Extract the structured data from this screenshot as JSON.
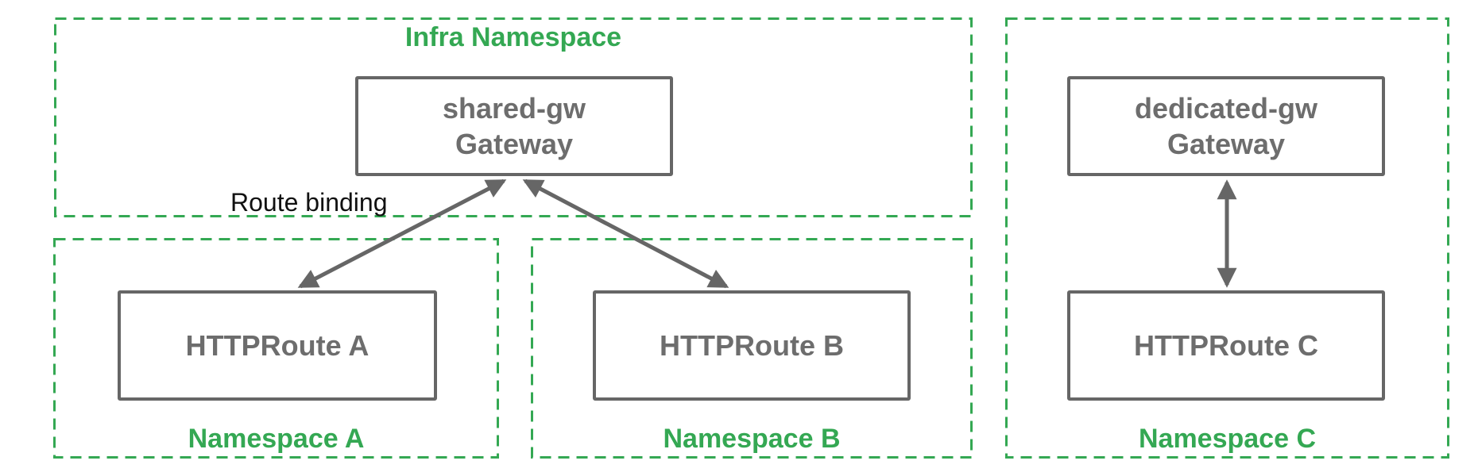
{
  "colors": {
    "green": "#34a853",
    "gray": "#666666",
    "box_text": "#6d6d6d",
    "annotation_text": "#111111"
  },
  "namespaces": {
    "infra": {
      "label": "Infra Namespace"
    },
    "a": {
      "label": "Namespace A"
    },
    "b": {
      "label": "Namespace B"
    },
    "c": {
      "label": "Namespace C"
    }
  },
  "nodes": {
    "shared_gw": {
      "line1": "shared-gw",
      "line2": "Gateway"
    },
    "dedicated_gw": {
      "line1": "dedicated-gw",
      "line2": "Gateway"
    },
    "route_a": {
      "label": "HTTPRoute A"
    },
    "route_b": {
      "label": "HTTPRoute B"
    },
    "route_c": {
      "label": "HTTPRoute C"
    }
  },
  "annotations": {
    "route_binding": "Route binding"
  },
  "edges": [
    {
      "from": "HTTPRoute A",
      "to": "shared-gw Gateway",
      "label": "Route binding",
      "arrowheads": "both"
    },
    {
      "from": "HTTPRoute B",
      "to": "shared-gw Gateway",
      "label": "Route binding",
      "arrowheads": "both"
    },
    {
      "from": "HTTPRoute C",
      "to": "dedicated-gw Gateway",
      "label": "Route binding",
      "arrowheads": "both"
    }
  ]
}
